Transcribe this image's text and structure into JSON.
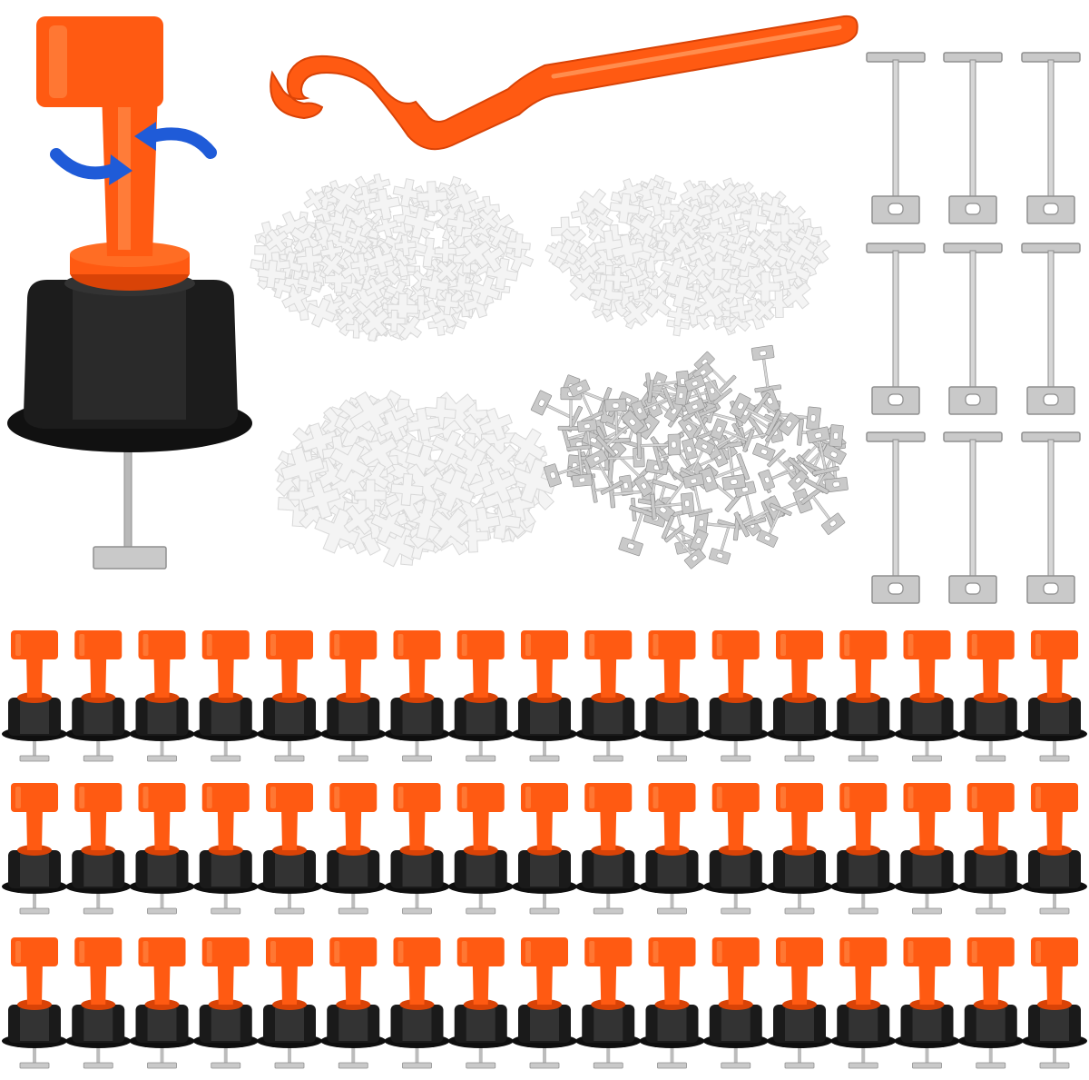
{
  "colors": {
    "background": "#ffffff",
    "cap_orange": "#ff5a12",
    "cap_orange_dark": "#d94307",
    "base_black": "#1a1a1a",
    "base_dark": "#333333",
    "metal": "#c9c9c9",
    "metal_dark": "#8f8f8f",
    "spacer_white": "#f4f4f4",
    "spacer_edge": "#d8d8d8",
    "arrow_blue": "#1f5bd8"
  },
  "icons": {
    "rotation_arrows": "rotate-arrows-icon"
  },
  "contents": {
    "hero_leveler_count": 1,
    "wrench_count": 1,
    "spacer_piles": 3,
    "needle_pile": 1,
    "needle_grid_rows": 3,
    "needle_grid_cols": 3,
    "leveler_rows": 3,
    "levelers_per_row": 17
  }
}
